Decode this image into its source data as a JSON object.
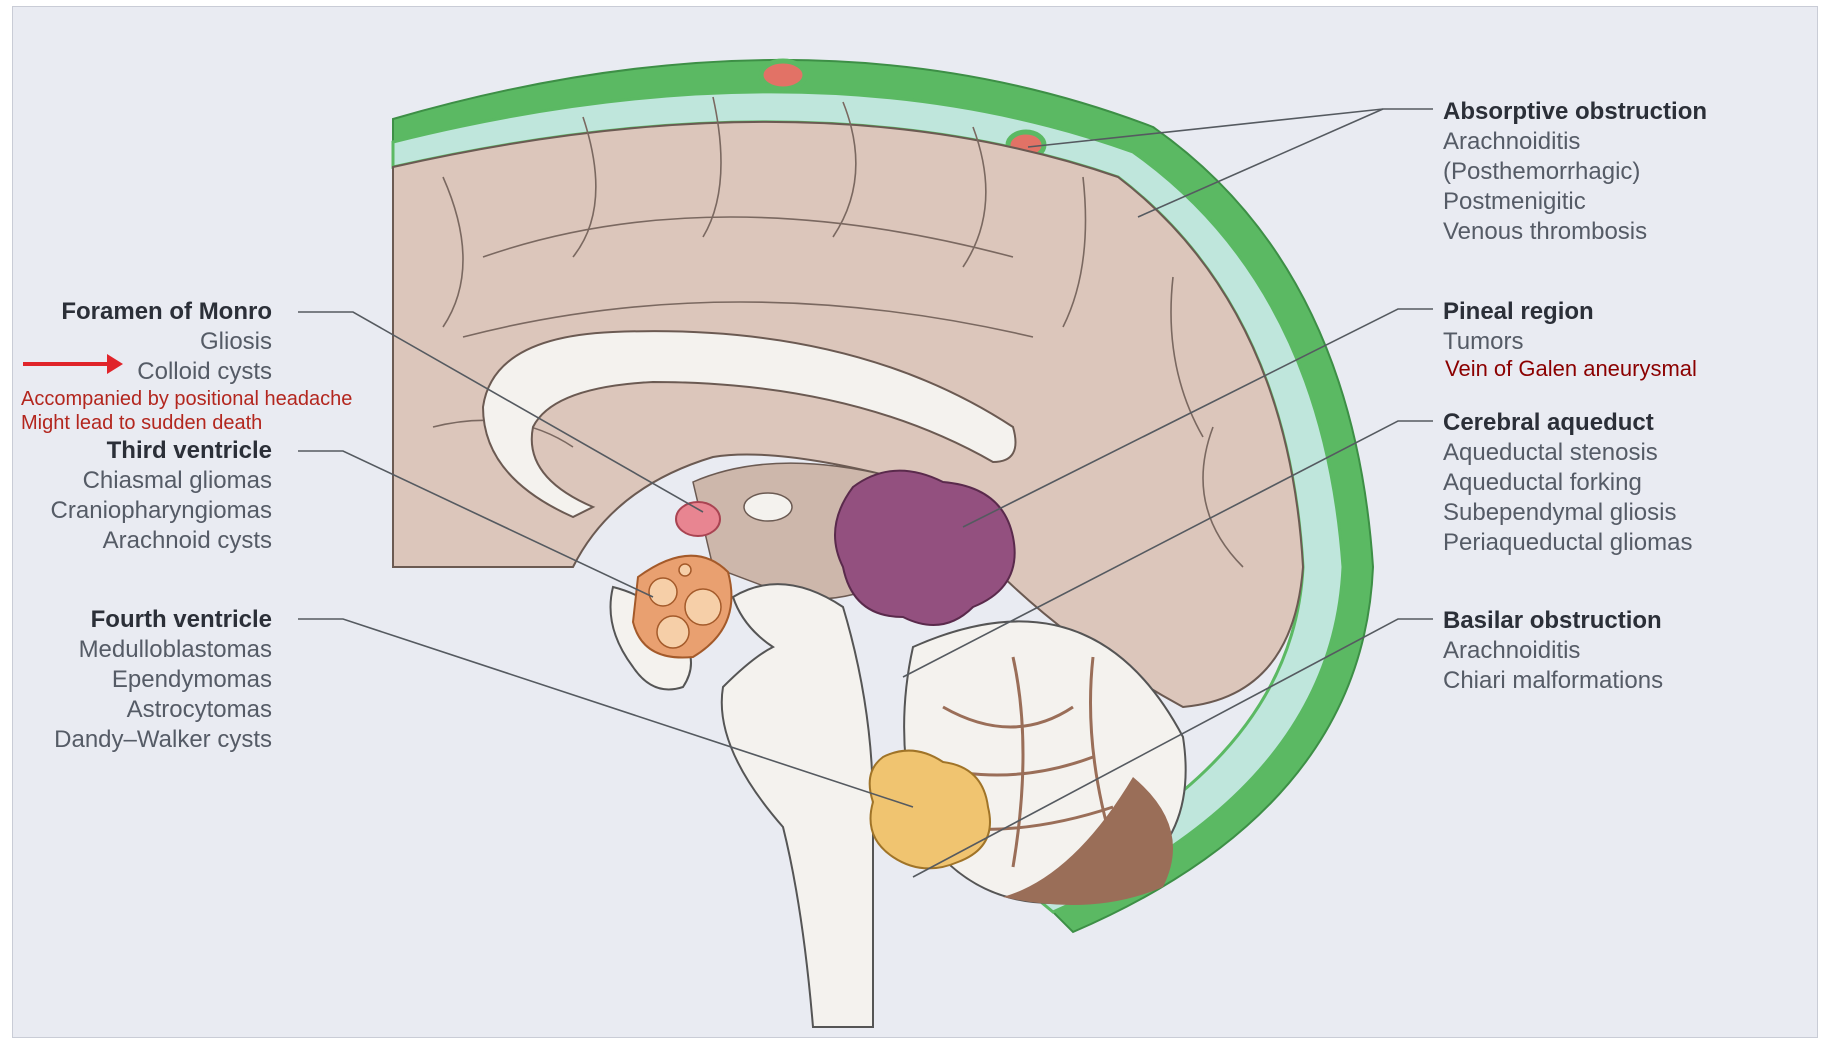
{
  "left_labels": {
    "foramen_of_monro": {
      "heading": "Foramen of Monro",
      "items": [
        "Gliosis",
        "Colloid cysts"
      ]
    },
    "third_ventricle": {
      "heading": "Third ventricle",
      "items": [
        "Chiasmal gliomas",
        "Craniopharyngiomas",
        "Arachnoid cysts"
      ]
    },
    "fourth_ventricle": {
      "heading": "Fourth ventricle",
      "items": [
        "Medulloblastomas",
        "Ependymomas",
        "Astrocytomas",
        "Dandy–Walker cysts"
      ]
    }
  },
  "right_labels": {
    "absorptive_obstruction": {
      "heading": "Absorptive obstruction",
      "items": [
        "Arachnoiditis",
        "(Posthemorrhagic)",
        "Postmenigitic",
        "Venous thrombosis"
      ]
    },
    "pineal_region": {
      "heading": "Pineal region",
      "items": [
        "Tumors"
      ]
    },
    "cerebral_aqueduct": {
      "heading": "Cerebral aqueduct",
      "items": [
        "Aqueductal stenosis",
        "Aqueductal forking",
        "Subependymal gliosis",
        "Periaqueductal gliomas"
      ]
    },
    "basilar_obstruction": {
      "heading": "Basilar obstruction",
      "items": [
        "Arachnoiditis",
        "Chiari malformations"
      ]
    }
  },
  "annotations": {
    "colloid_note_1": "Accompanied by positional headache",
    "colloid_note_2": "Might lead to sudden death",
    "pineal_note": "Vein of Galen aneurysmal"
  },
  "colors": {
    "background": "#e9ebf2",
    "brain": "#dcc6bb",
    "meninges": "#5bb963",
    "csf_space": "#bfe6dc",
    "ventricle": "#f4f2ee",
    "pineal_tumor": "#93507f",
    "colloid_cyst": "#e88591",
    "craniopharyngioma": "#e9a070",
    "fourth_ventricle_tumor": "#f0c470",
    "cerebellum_folia": "#9a6e58",
    "annotation_red": "#b3261e",
    "leader_line": "#555a60"
  }
}
